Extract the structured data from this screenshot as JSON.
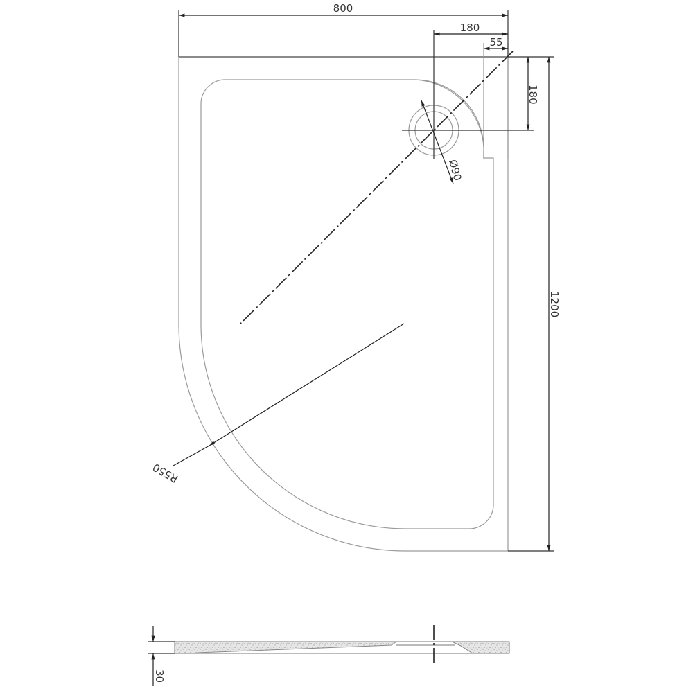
{
  "drawing": {
    "subject": "Quadrant shower tray technical drawing (left-hand offset)",
    "views": [
      "plan",
      "side-section"
    ],
    "colors": {
      "line": "#333333",
      "outline": "#9a9a9a",
      "hatch": "#bdbdbd",
      "background": "#ffffff"
    }
  },
  "dimensions": {
    "overall_width": "800",
    "drain_offset_x": "180",
    "upstand_width": "55",
    "drain_offset_y": "180",
    "overall_length": "1200",
    "drain_diameter": "Ø90",
    "corner_radius": "R550",
    "tray_height": "30"
  }
}
